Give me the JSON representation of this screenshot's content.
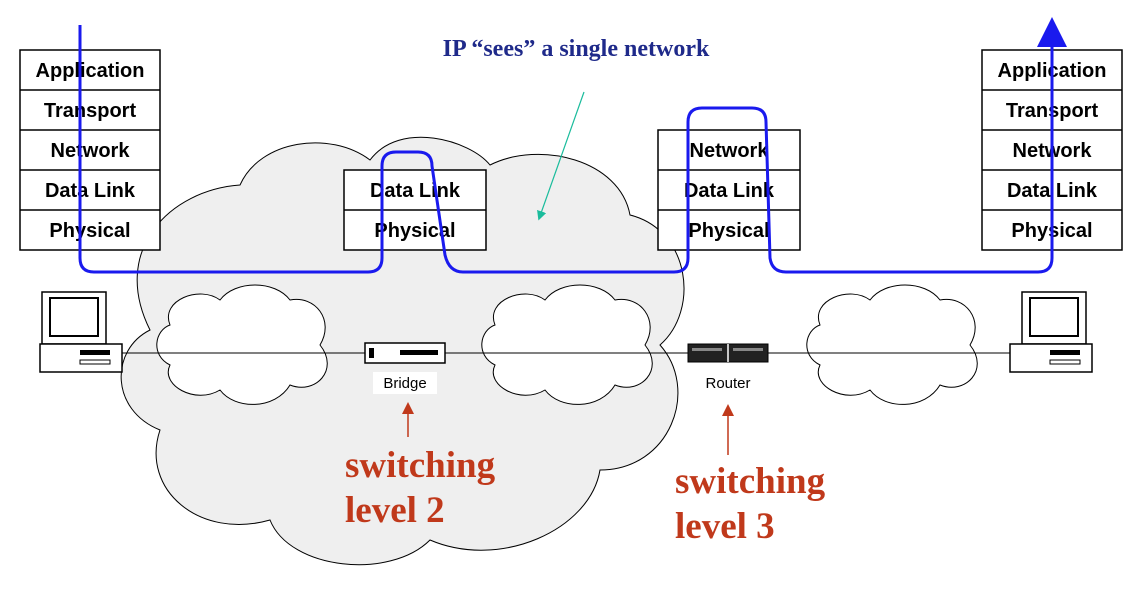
{
  "caption": "IP “sees” a single network",
  "stacks": {
    "left_host": [
      "Application",
      "Transport",
      "Network",
      "Data Link",
      "Physical"
    ],
    "bridge": [
      "Data Link",
      "Physical"
    ],
    "router": [
      "Network",
      "Data Link",
      "Physical"
    ],
    "right_host": [
      "Application",
      "Transport",
      "Network",
      "Data Link",
      "Physical"
    ]
  },
  "devices": {
    "bridge_label": "Bridge",
    "router_label": "Router"
  },
  "switching": {
    "level2": [
      "switching",
      "level 2"
    ],
    "level3": [
      "switching",
      "level 3"
    ]
  },
  "colors": {
    "path": "#1a1aee",
    "caption": "#1f2a8a",
    "switching_text": "#c0391b",
    "pointer_caption": "#1abc9c",
    "cloud_fill": "#efefef"
  }
}
